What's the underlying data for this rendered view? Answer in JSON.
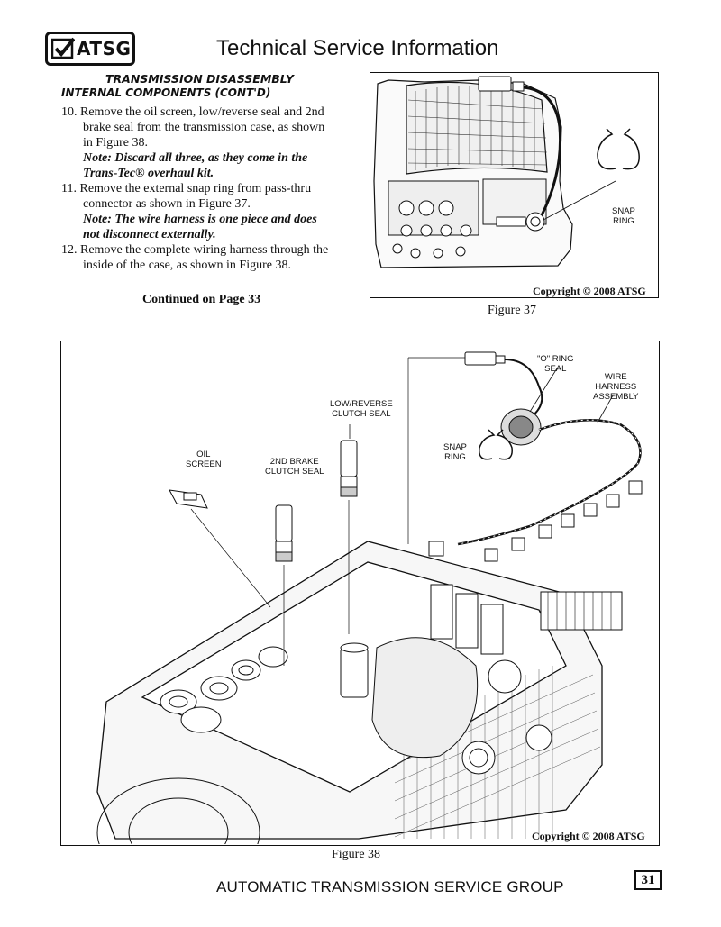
{
  "header": {
    "logo_text": "ATSG",
    "logo_icon": "checkmark-icon",
    "title": "Technical Service Information"
  },
  "section": {
    "title": "TRANSMISSION DISASSEMBLY",
    "subtitle": "INTERNAL COMPONENTS (CONT'D)"
  },
  "steps": [
    {
      "number": "10.",
      "text": "Remove the oil screen, low/reverse seal and 2nd brake seal from the transmission case, as shown in Figure 38.",
      "note": "Note: Discard all three, as they come in the Trans-Tec® overhaul kit."
    },
    {
      "number": "11.",
      "text": "Remove the external snap ring from pass-thru connector as shown in Figure 37.",
      "note": "Note: The wire harness is one piece and does not disconnect externally."
    },
    {
      "number": "12.",
      "text": "Remove the complete wiring harness through the inside of the case, as shown in Figure 38.",
      "note": ""
    }
  ],
  "continued": "Continued on Page 33",
  "figure37": {
    "caption": "Figure 37",
    "copyright": "Copyright © 2008 ATSG",
    "callouts": {
      "snap_ring": [
        "SNAP",
        "RING"
      ]
    }
  },
  "figure38": {
    "caption": "Figure 38",
    "copyright": "Copyright © 2008 ATSG",
    "callouts": {
      "o_ring_seal": [
        "\"O\" RING",
        "SEAL"
      ],
      "wire_harness": [
        "WIRE",
        "HARNESS",
        "ASSEMBLY"
      ],
      "low_reverse": [
        "LOW/REVERSE",
        "CLUTCH SEAL"
      ],
      "snap_ring": [
        "SNAP",
        "RING"
      ],
      "oil_screen": [
        "OIL",
        "SCREEN"
      ],
      "second_brake": [
        "2ND BRAKE",
        "CLUTCH SEAL"
      ]
    }
  },
  "footer": {
    "text": "AUTOMATIC TRANSMISSION SERVICE GROUP",
    "page_number": "31"
  }
}
